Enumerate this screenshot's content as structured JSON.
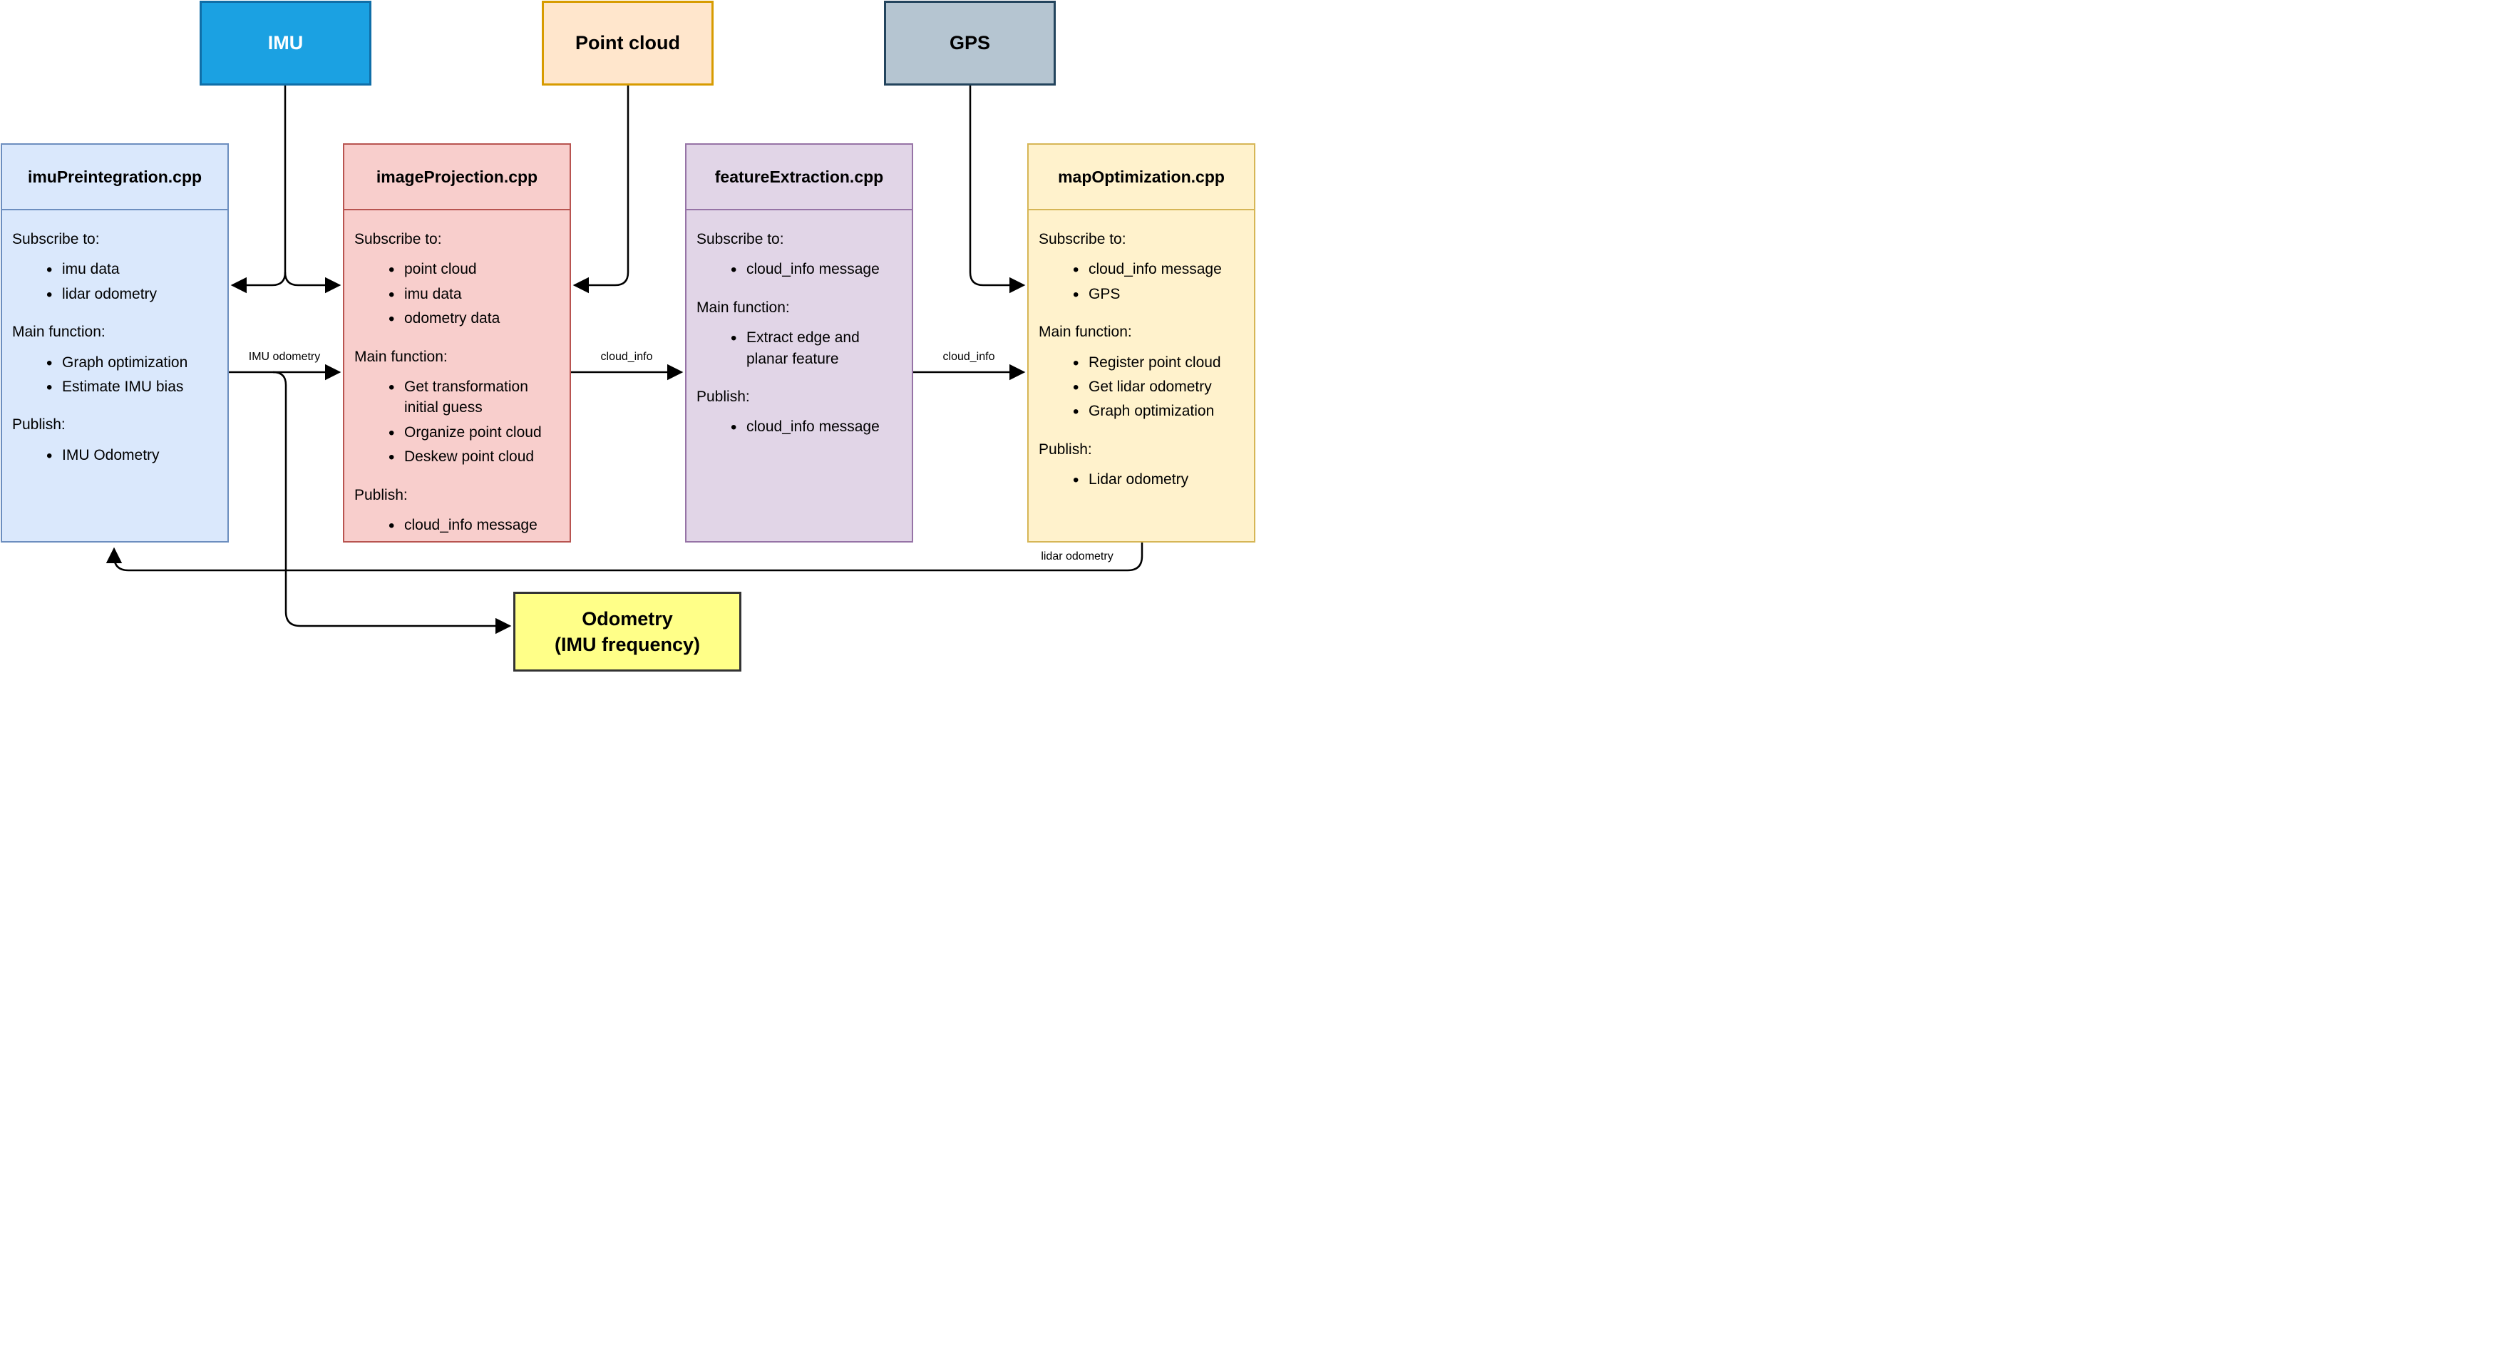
{
  "sources": [
    {
      "label": "IMU",
      "fill": "#1BA1E2",
      "border": "#0F6EA8",
      "text_color": "#FFFFFF"
    },
    {
      "label": "Point cloud",
      "fill": "#FFE6CC",
      "border": "#D79B00",
      "text_color": "#000000"
    },
    {
      "label": "GPS",
      "fill": "#B5C5D1",
      "border": "#23445D",
      "text_color": "#000000"
    }
  ],
  "modules": [
    {
      "title": "imuPreintegration.cpp",
      "fill": "#DAE8FC",
      "border": "#6C8EBF",
      "sections": [
        {
          "label": "Subscribe to:",
          "items": [
            "imu data",
            "lidar odometry"
          ]
        },
        {
          "label": "Main function:",
          "items": [
            "Graph optimization",
            "Estimate IMU bias"
          ]
        },
        {
          "label": "Publish:",
          "items": [
            "IMU Odometry"
          ]
        }
      ]
    },
    {
      "title": "imageProjection.cpp",
      "fill": "#F8CECC",
      "border": "#B85450",
      "sections": [
        {
          "label": "Subscribe to:",
          "items": [
            "point cloud",
            "imu data",
            "odometry data"
          ]
        },
        {
          "label": "Main function:",
          "items": [
            "Get transformation initial guess",
            "Organize point cloud",
            "Deskew point cloud"
          ]
        },
        {
          "label": "Publish:",
          "items": [
            "cloud_info message"
          ]
        }
      ]
    },
    {
      "title": "featureExtraction.cpp",
      "fill": "#E1D5E7",
      "border": "#9673A6",
      "sections": [
        {
          "label": "Subscribe to:",
          "items": [
            "cloud_info message"
          ]
        },
        {
          "label": "Main function:",
          "items": [
            "Extract edge and planar feature"
          ]
        },
        {
          "label": "Publish:",
          "items": [
            "cloud_info message"
          ]
        }
      ]
    },
    {
      "title": "mapOptimization.cpp",
      "fill": "#FFF2CC",
      "border": "#D6B656",
      "sections": [
        {
          "label": "Subscribe to:",
          "items": [
            "cloud_info message",
            "GPS"
          ]
        },
        {
          "label": "Main function:",
          "items": [
            "Register point cloud",
            "Get lidar odometry",
            "Graph optimization"
          ]
        },
        {
          "label": "Publish:",
          "items": [
            "Lidar odometry"
          ]
        }
      ]
    }
  ],
  "output": {
    "line1": "Odometry",
    "line2": "(IMU frequency)",
    "fill": "#FFFF88",
    "border": "#333333",
    "text_color": "#000000"
  },
  "edge_labels": {
    "imu_odometry": "IMU odometry",
    "cloud_info_1": "cloud_info",
    "cloud_info_2": "cloud_info",
    "lidar_odometry": "lidar odometry"
  },
  "line_color": "#000000"
}
